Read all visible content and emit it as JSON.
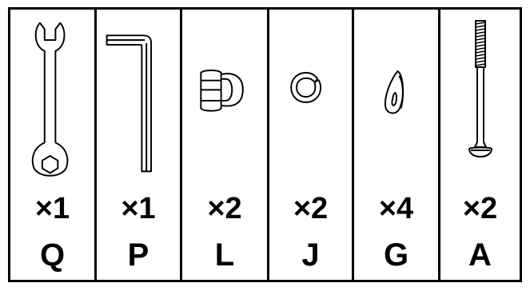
{
  "parts": [
    {
      "quantity": "×1",
      "code": "Q",
      "icon": "open-end-wrench-icon"
    },
    {
      "quantity": "×1",
      "code": "P",
      "icon": "hex-key-icon"
    },
    {
      "quantity": "×2",
      "code": "L",
      "icon": "cap-nut-icon"
    },
    {
      "quantity": "×2",
      "code": "J",
      "icon": "split-washer-icon"
    },
    {
      "quantity": "×4",
      "code": "G",
      "icon": "curved-washer-icon"
    },
    {
      "quantity": "×2",
      "code": "A",
      "icon": "bolt-icon"
    }
  ],
  "colors": {
    "line": "#000000",
    "background": "#ffffff"
  }
}
